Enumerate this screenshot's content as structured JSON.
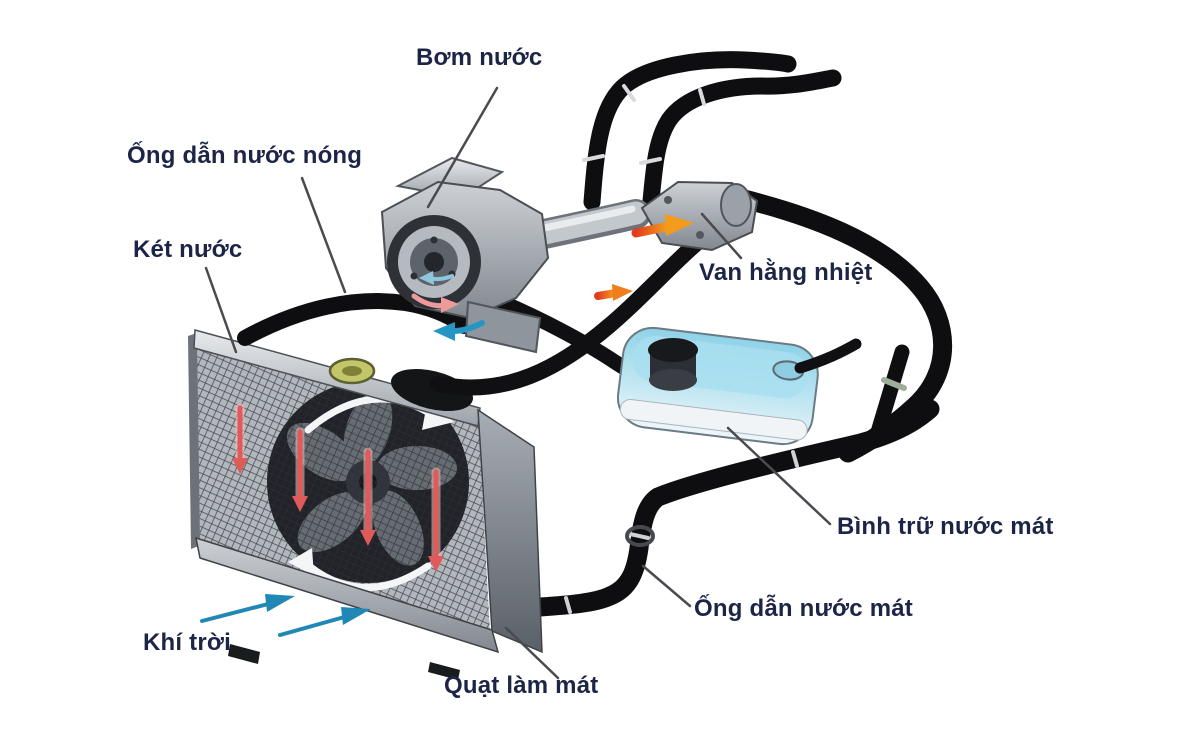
{
  "diagram": {
    "subject": "Car engine cooling system",
    "labels": {
      "water_pump": "Bơm nước",
      "hot_water_pipe": "Ống dẫn nước nóng",
      "radiator": "Két nước",
      "thermostat": "Van hằng nhiệt",
      "coolant_reservoir": "Bình trữ nước mát",
      "cool_water_pipe": "Ống dẫn nước mát",
      "outside_air": "Khí trời",
      "cooling_fan": "Quạt làm mát"
    },
    "colors": {
      "label_text": "#1d2547",
      "hose_black": "#0e0e10",
      "hot_flow_arrow": "#e8521f",
      "cool_flow_arrow": "#2187b4",
      "radiator_flow_arrow": "#e05a5a",
      "reservoir_fill": "#aadcee",
      "metal": "#c6cacd",
      "background": "#ffffff"
    }
  }
}
